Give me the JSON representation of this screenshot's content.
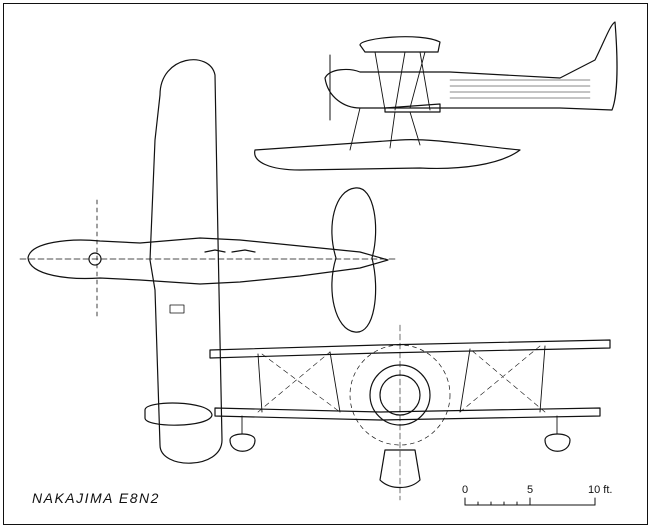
{
  "title": "NAKAJIMA E8N2",
  "scale": {
    "labels": [
      "0",
      "5",
      "10 ft."
    ]
  }
}
